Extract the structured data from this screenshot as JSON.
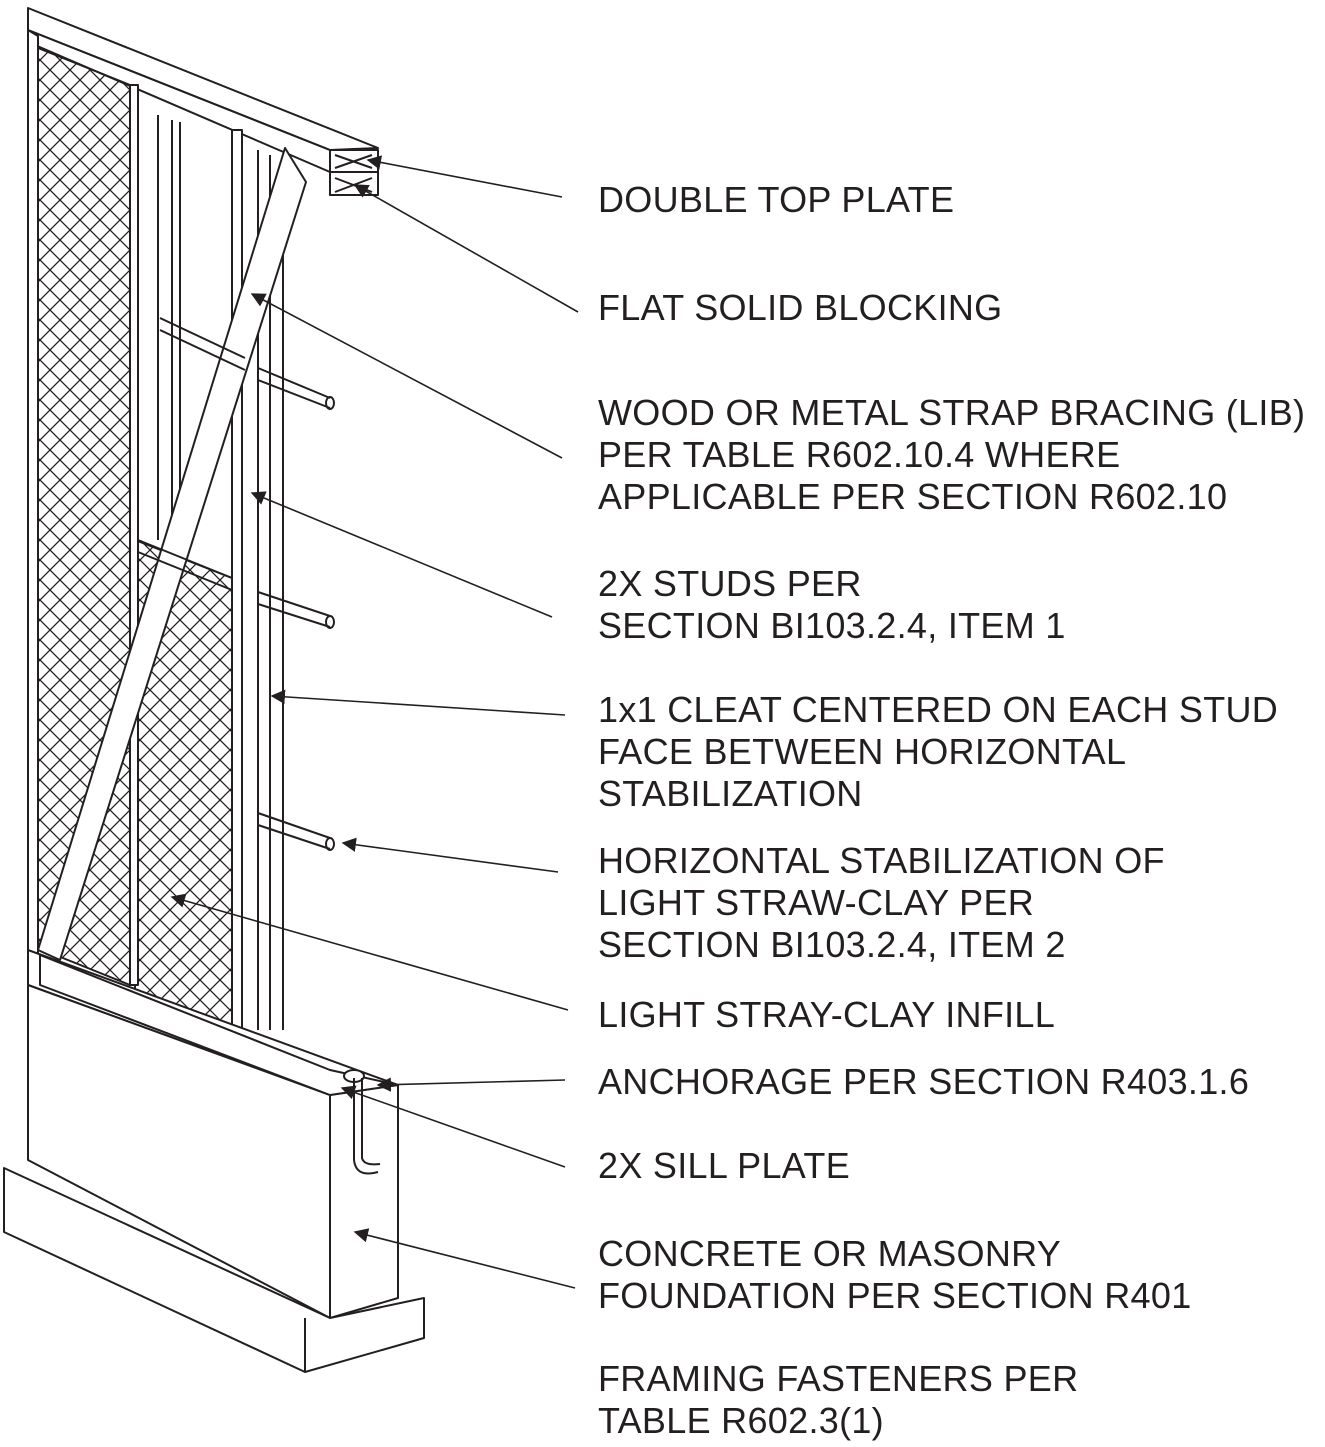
{
  "labels": {
    "double_top_plate": "DOUBLE TOP PLATE",
    "flat_solid_blocking": "FLAT SOLID BLOCKING",
    "strap_bracing": [
      "WOOD OR METAL STRAP BRACING (LIB)",
      "PER TABLE R602.10.4 WHERE",
      "APPLICABLE PER SECTION R602.10"
    ],
    "studs": [
      "2X STUDS PER",
      "SECTION BI103.2.4, ITEM 1"
    ],
    "cleat": [
      "1x1 CLEAT CENTERED ON EACH STUD",
      "FACE BETWEEN HORIZONTAL",
      "STABILIZATION"
    ],
    "horizontal_stabilization": [
      "HORIZONTAL STABILIZATION OF",
      "LIGHT STRAW-CLAY PER",
      "SECTION BI103.2.4, ITEM 2"
    ],
    "infill": "LIGHT STRAY-CLAY INFILL",
    "anchorage": "ANCHORAGE PER SECTION R403.1.6",
    "sill_plate": "2X SILL PLATE",
    "foundation": [
      "CONCRETE OR MASONRY",
      "FOUNDATION PER SECTION R401"
    ],
    "fasteners": [
      "FRAMING FASTENERS PER",
      "TABLE R602.3(1)"
    ]
  },
  "colors": {
    "line": "#231f20",
    "background": "#ffffff"
  }
}
